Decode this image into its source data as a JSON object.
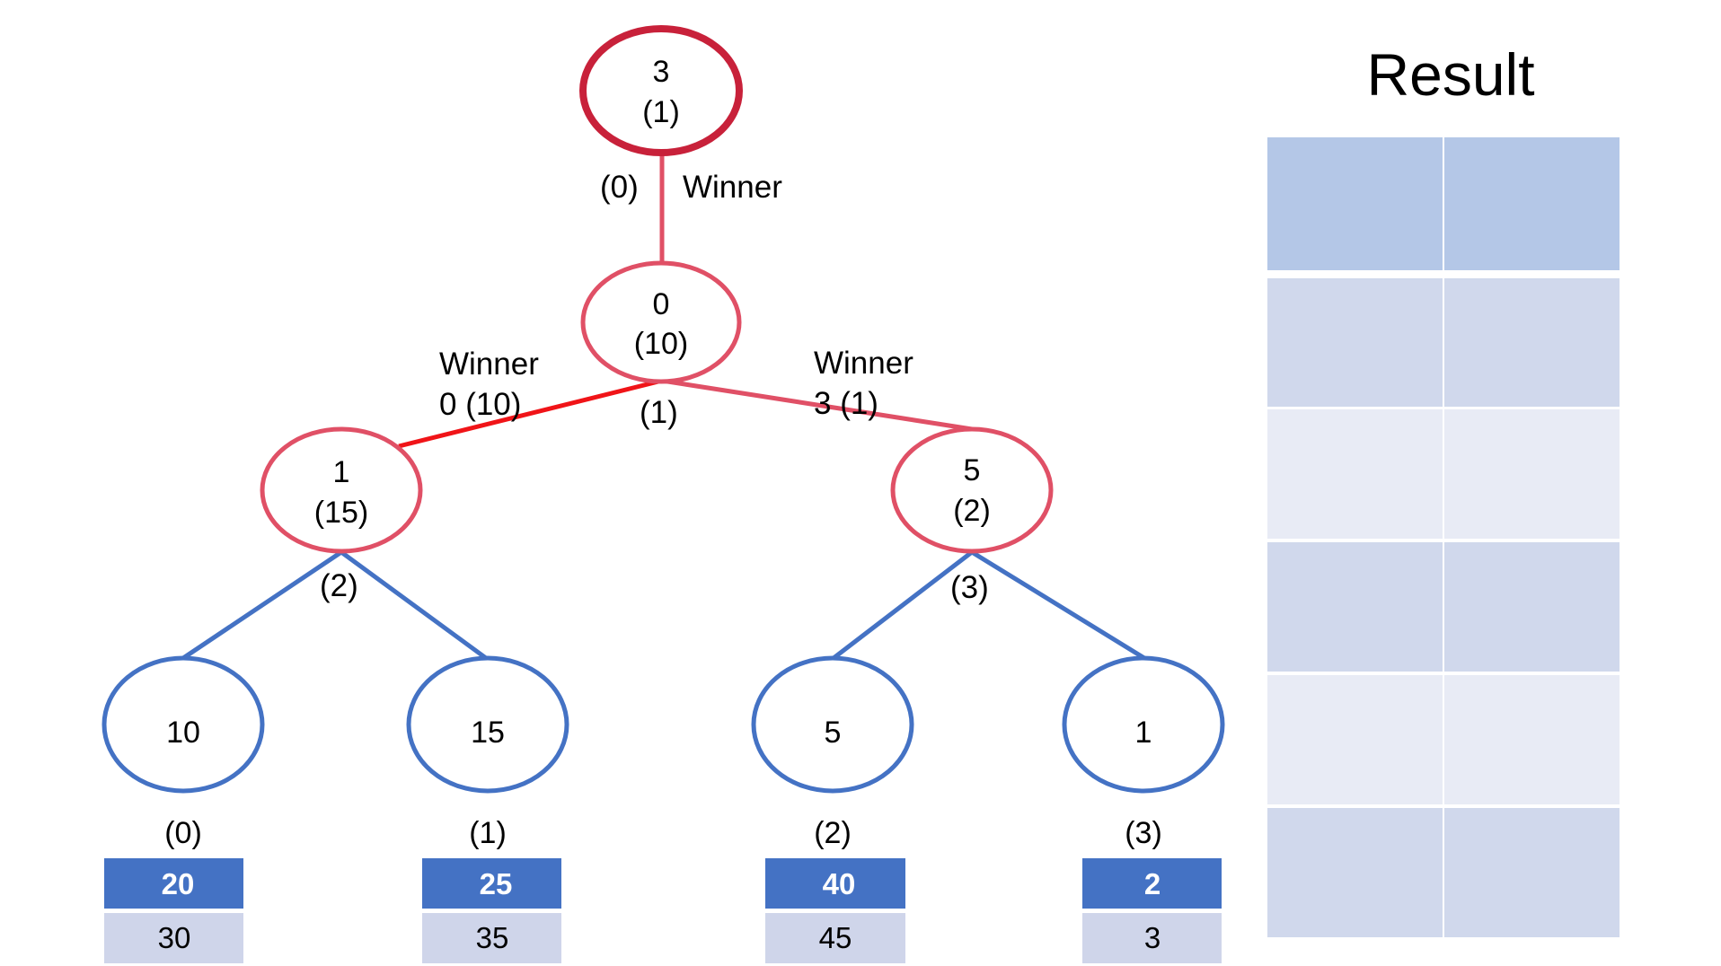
{
  "result": {
    "title": "Result",
    "rows": [
      [
        "",
        ""
      ],
      [
        "",
        ""
      ],
      [
        "",
        ""
      ],
      [
        "",
        ""
      ],
      [
        "",
        ""
      ],
      [
        "",
        ""
      ]
    ]
  },
  "tree": {
    "root": {
      "line1": "3",
      "line2": "(1)"
    },
    "root_edge": {
      "index": "(0)",
      "label": "Winner"
    },
    "level1": {
      "line1": "0",
      "line2": "(10)",
      "index_below": "(1)"
    },
    "winner_left": {
      "line1": "Winner",
      "line2": "0  (10)"
    },
    "winner_right": {
      "line1": "Winner",
      "line2": "3  (1)"
    },
    "level2_left": {
      "line1": "1",
      "line2": "(15)",
      "index_below": "(2)"
    },
    "level2_right": {
      "line1": "5",
      "line2": "(2)",
      "index_below": "(3)"
    },
    "leaves": [
      {
        "value": "10",
        "index": "(0)",
        "run": [
          "20",
          "30"
        ]
      },
      {
        "value": "15",
        "index": "(1)",
        "run": [
          "25",
          "35"
        ]
      },
      {
        "value": "5",
        "index": "(2)",
        "run": [
          "40",
          "45"
        ]
      },
      {
        "value": "1",
        "index": "(3)",
        "run": [
          "2",
          "3"
        ]
      }
    ]
  },
  "colors": {
    "root_stroke": "#c8213a",
    "winner_stroke": "#e05066",
    "winner_path": "#f01418",
    "leaf_stroke": "#4472c4",
    "cell_dark": "#4472c4",
    "cell_light": "#cfd5ea",
    "result_header": "#b4c7e7",
    "result_mid": "#d0d8ec",
    "result_pale": "#e8ebf5"
  }
}
